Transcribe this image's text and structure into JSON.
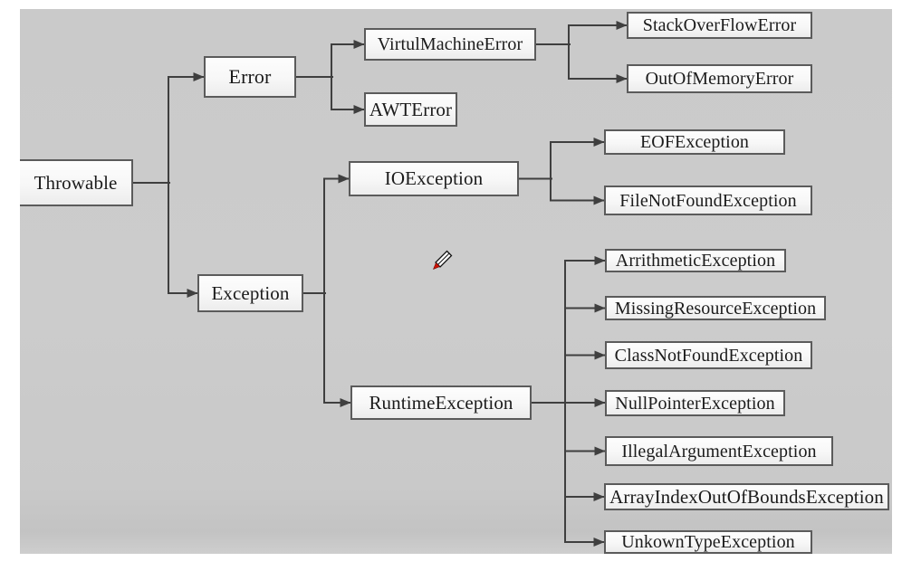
{
  "diagram": {
    "type": "tree",
    "description": "Java Throwable class hierarchy",
    "nodes": [
      {
        "id": "throwable",
        "label": "Throwable",
        "parent": null
      },
      {
        "id": "error",
        "label": "Error",
        "parent": "throwable"
      },
      {
        "id": "exception",
        "label": "Exception",
        "parent": "throwable"
      },
      {
        "id": "virtulmachine",
        "label": "VirtulMachineError",
        "parent": "error"
      },
      {
        "id": "awterror",
        "label": "AWTError",
        "parent": "error"
      },
      {
        "id": "stackoverflow",
        "label": "StackOverFlowError",
        "parent": "virtulmachine"
      },
      {
        "id": "outofmemory",
        "label": "OutOfMemoryError",
        "parent": "virtulmachine"
      },
      {
        "id": "ioexception",
        "label": "IOException",
        "parent": "exception"
      },
      {
        "id": "runtimeexception",
        "label": "RuntimeException",
        "parent": "exception"
      },
      {
        "id": "eofexception",
        "label": "EOFException",
        "parent": "ioexception"
      },
      {
        "id": "filenotfound",
        "label": "FileNotFoundException",
        "parent": "ioexception"
      },
      {
        "id": "arrithmetic",
        "label": "ArrithmeticException",
        "parent": "runtimeexception"
      },
      {
        "id": "missingresource",
        "label": "MissingResourceException",
        "parent": "runtimeexception"
      },
      {
        "id": "classnotfound",
        "label": "ClassNotFoundException",
        "parent": "runtimeexception"
      },
      {
        "id": "nullpointer",
        "label": "NullPointerException",
        "parent": "runtimeexception"
      },
      {
        "id": "illegalargument",
        "label": "IllegalArgumentException",
        "parent": "runtimeexception"
      },
      {
        "id": "arrayindex",
        "label": "ArrayIndexOutOfBoundsException",
        "parent": "runtimeexception"
      },
      {
        "id": "unkowntype",
        "label": "UnkownTypeException",
        "parent": "runtimeexception"
      }
    ]
  },
  "cursor": {
    "icon": "pen-cursor"
  },
  "colors": {
    "page_background": "#ffffff",
    "panel_background": "#cbcbcb",
    "box_fill": "#f7f7f7",
    "box_border": "#5b5b5b",
    "connector": "#3f3f3f",
    "text": "#1b1b1b",
    "cursor_tip_red": "#cc1100"
  }
}
